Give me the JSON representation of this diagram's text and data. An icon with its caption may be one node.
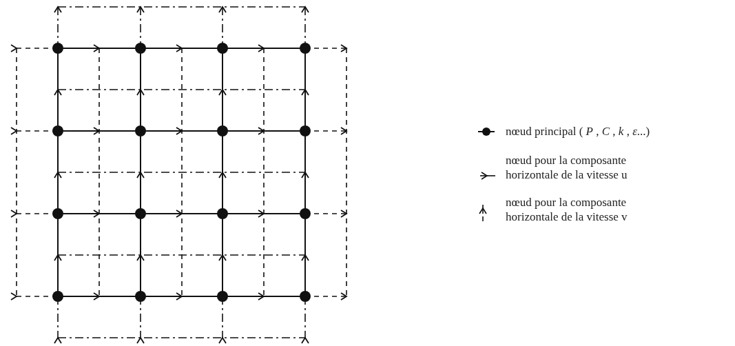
{
  "diagram": {
    "legend": [
      {
        "text": "nœud principal ( *P* , *C* , *k* , *ε*...)"
      },
      {
        "text": "nœud pour la composante horizontale de la vitesse u"
      },
      {
        "text": "nœud pour la composante horizontale de la vitesse v"
      }
    ]
  }
}
